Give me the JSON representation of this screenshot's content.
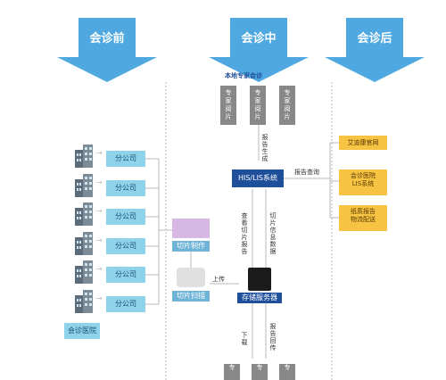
{
  "banners": {
    "before": "会诊前",
    "during": "会诊中",
    "after": "会诊后"
  },
  "local_expert_label": "本地专家会诊",
  "expert_tiles": [
    {
      "text": "专\n家\n阅\n片"
    },
    {
      "text": "专\n家\n阅\n片"
    },
    {
      "text": "专\n家\n阅\n片"
    }
  ],
  "bottom_tiles": [
    {
      "text": "专"
    },
    {
      "text": "专"
    },
    {
      "text": "专"
    }
  ],
  "branches": [
    "分公司",
    "分公司",
    "分公司",
    "分公司",
    "分公司",
    "分公司"
  ],
  "consult_hospital_label": "会诊医院",
  "center": {
    "his": "HIS/LIS系统",
    "storage": "存储服务器",
    "slice_make": "切片制作",
    "slice_scan": "切片扫描"
  },
  "flow_labels": {
    "report_gen": "报\n告\n生\n成",
    "report_query": "报告查询",
    "view_slice_report": "查\n看\n切\n片\n报\n告",
    "slice_info": "切\n片\n信\n息\n数\n据",
    "upload": "上传",
    "download": "下\n载",
    "report_return": "报\n告\n回\n传"
  },
  "right_boxes": [
    {
      "line1": "艾迪康官网",
      "line2": ""
    },
    {
      "line1": "会诊医院",
      "line2": "LIS系统"
    },
    {
      "line1": "纸质报告",
      "line2": "物流配送"
    }
  ],
  "colors": {
    "banner": "#4fa8e0",
    "company": "#8fd3ea",
    "his": "#1f4f9b",
    "right_box": "#f6c343"
  }
}
